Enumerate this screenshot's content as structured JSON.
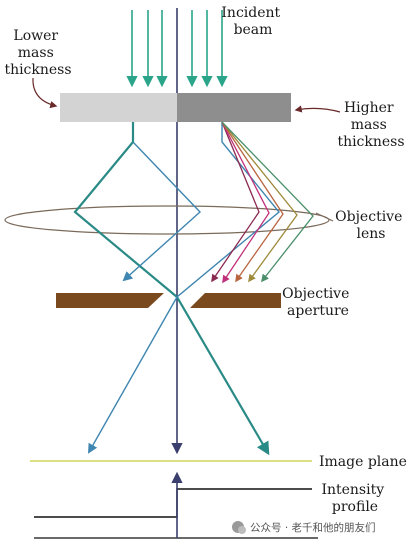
{
  "labels": {
    "incident": [
      "Incident",
      "beam"
    ],
    "lower_mass": [
      "Lower",
      "mass",
      "thickness"
    ],
    "higher_mass": [
      "Higher",
      "mass",
      "thickness"
    ],
    "objective_lens": [
      "Objective",
      "lens"
    ],
    "objective_aperture": [
      "Objective",
      "aperture"
    ],
    "image_plane": "Image plane",
    "intensity_profile": [
      "Intensity",
      "profile"
    ]
  },
  "watermark": "公众号 · 老千和他的朋友们",
  "colors": {
    "incident_beam": "#2aa58a",
    "unscattered_ray": "#2a8a86",
    "scattered_left": "#3f86b0",
    "central_axis": "#3b3f6e",
    "specimen_light": "#d3d3d3",
    "specimen_dark": "#8e8e8e",
    "aperture": "#7a4a1e",
    "image_plane": "#c8cc3a",
    "scatter_rays": [
      "#8b2b52",
      "#c0307a",
      "#b8643f",
      "#9e8a3a",
      "#4a8f6a"
    ]
  }
}
